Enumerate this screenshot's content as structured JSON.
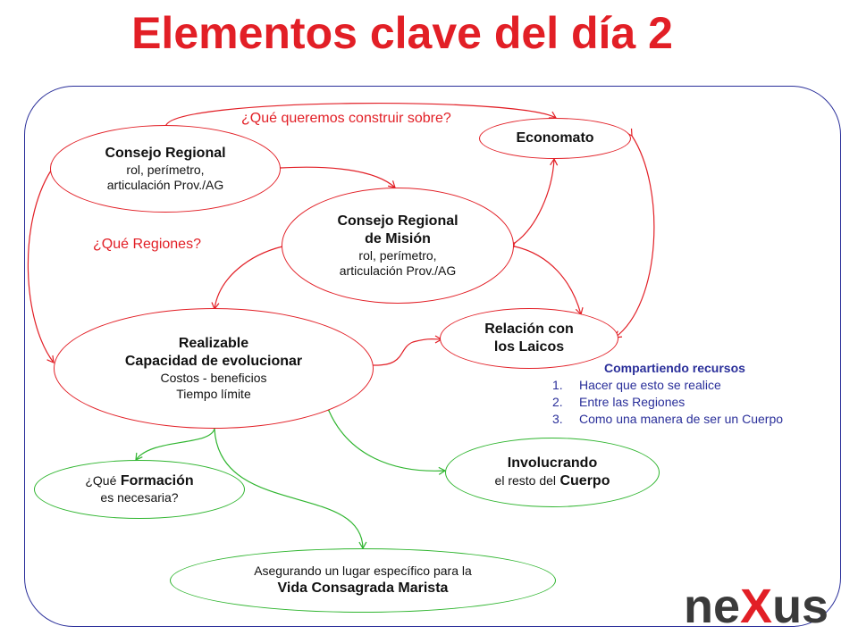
{
  "title": "Elementos clave del día 2",
  "questions": {
    "build_on": "¿Qué queremos construir sobre?",
    "regions": "¿Qué Regiones?"
  },
  "nodes": {
    "consejo_regional": {
      "title": "Consejo Regional",
      "line1": "rol, perímetro,",
      "line2": "articulación Prov./AG"
    },
    "economato": {
      "title": "Economato"
    },
    "consejo_mision": {
      "title1": "Consejo Regional",
      "title2": "de  Misión",
      "line1": "rol, perímetro,",
      "line2": "articulación Prov./AG"
    },
    "realizable": {
      "title1": "Realizable",
      "title2": "Capacidad de evolucionar",
      "line1": "Costos - beneficios",
      "line2": "Tiempo límite"
    },
    "laicos": {
      "title1": "Relación con",
      "title2": "los Laicos"
    },
    "formacion": {
      "prefix": "¿Qué",
      "bold": "Formación",
      "line2": "es necesaria?"
    },
    "involucrando": {
      "title": "Involucrando",
      "prefix": "el resto del",
      "bold": "Cuerpo"
    },
    "vida": {
      "line1": "Asegurando un lugar específico  para la",
      "title": "Vida Consagrada Marista"
    }
  },
  "sharing": {
    "heading": "Compartiendo recursos",
    "items": [
      {
        "num": "1.",
        "text": "Hacer que esto se realice"
      },
      {
        "num": "2.",
        "text": "Entre las Regiones"
      },
      {
        "num": "3.",
        "text": "Como una manera de ser un Cuerpo"
      }
    ]
  },
  "logo": {
    "part1": "ne",
    "part2": "X",
    "part3": "us"
  },
  "colors": {
    "title": "#e21f26",
    "red_link": "#e21f26",
    "green_link": "#2fb52f",
    "frame": "#2a2f9a",
    "list": "#2a2f9a"
  }
}
